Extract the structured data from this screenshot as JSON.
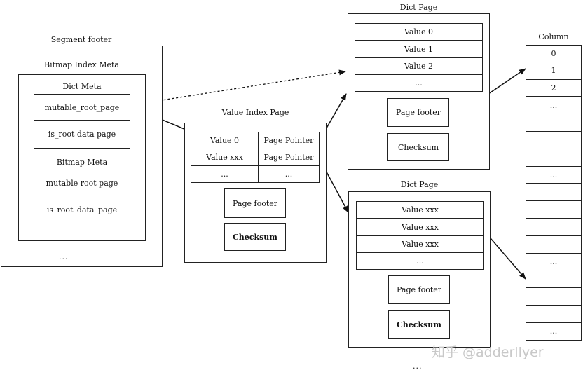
{
  "segment_footer": {
    "title": "Segment footer",
    "bitmap_index_meta_title": "Bitmap Index Meta",
    "dict_meta": {
      "title": "Dict Meta",
      "items": [
        "mutable_root_page",
        "is_root data page"
      ]
    },
    "bitmap_meta": {
      "title": "Bitmap Meta",
      "items": [
        "mutable root page",
        "is_root_data_page"
      ]
    },
    "ellipsis": "..."
  },
  "value_index_page": {
    "title": "Value Index Page",
    "rows": [
      [
        "Value 0",
        "Page Pointer"
      ],
      [
        "Value xxx",
        "Page Pointer"
      ],
      [
        "...",
        "..."
      ]
    ],
    "page_footer": "Page footer",
    "checksum": "Checksum"
  },
  "dict_page_top": {
    "title": "Dict Page",
    "rows": [
      "Value 0",
      "Value 1",
      "Value 2",
      "..."
    ],
    "page_footer": "Page footer",
    "checksum": "Checksum"
  },
  "dict_page_bottom": {
    "title": "Dict Page",
    "rows": [
      "Value xxx",
      "Value xxx",
      "Value xxx",
      "..."
    ],
    "page_footer": "Page footer",
    "checksum": "Checksum",
    "ellipsis": "..."
  },
  "column": {
    "title": "Column",
    "cells": [
      "0",
      "1",
      "2",
      "...",
      "",
      "",
      "",
      "...",
      "",
      "",
      "",
      "",
      "...",
      "",
      "",
      "",
      "..."
    ]
  },
  "watermark": "知乎 @adderllyer"
}
